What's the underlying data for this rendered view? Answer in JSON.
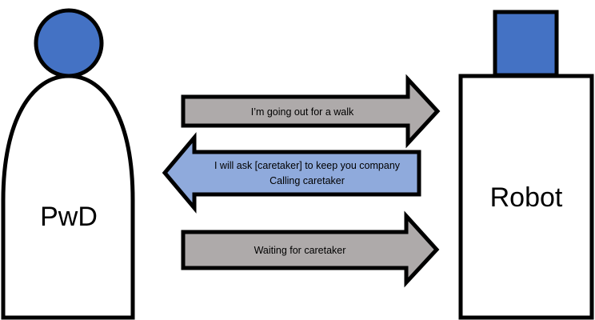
{
  "colors": {
    "head_fill": "#4472c4",
    "outline": "#000000",
    "body_fill": "#ffffff",
    "arrow_gray": "#aeaaaa",
    "arrow_blue": "#8faadc"
  },
  "actors": {
    "pwd": {
      "label": "PwD",
      "shape": "person"
    },
    "robot": {
      "label": "Robot",
      "shape": "robot"
    }
  },
  "messages": [
    {
      "direction": "to-robot",
      "color": "gray",
      "lines": [
        "I’m going out for a walk"
      ]
    },
    {
      "direction": "to-pwd",
      "color": "blue",
      "lines": [
        "I will ask [caretaker] to keep you company",
        "Calling caretaker"
      ]
    },
    {
      "direction": "to-robot",
      "color": "gray",
      "lines": [
        "Waiting for caretaker"
      ]
    }
  ]
}
